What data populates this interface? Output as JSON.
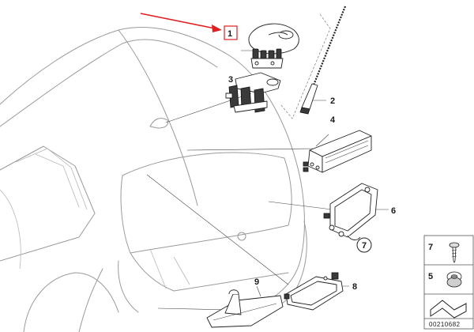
{
  "callouts": {
    "c1": "1",
    "c2": "2",
    "c3": "3",
    "c4": "4",
    "c6": "6",
    "c7": "7",
    "c8": "8",
    "c9": "9"
  },
  "legend": {
    "item7": "7",
    "item5": "5"
  },
  "reference_number": "00210682",
  "colors": {
    "arrow": "#e02020",
    "highlight_box": "#e02020",
    "linework": "#222222",
    "vehicle_outline": "#9a9a9a"
  },
  "icons": {
    "screw": "screw-icon",
    "nut": "nut-icon",
    "template": "template-icon"
  }
}
